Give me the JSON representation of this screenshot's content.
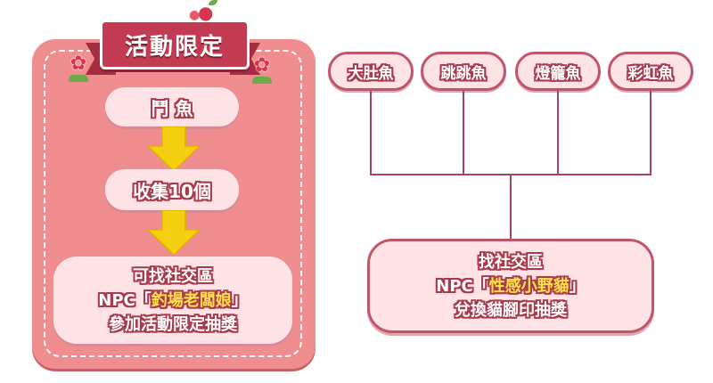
{
  "event": {
    "title": "活動限定",
    "steps": [
      {
        "label": "鬥 魚"
      },
      {
        "label": "收集10個"
      }
    ],
    "final": {
      "line1": "可找社交區",
      "line2_prefix": "NPC「",
      "line2_highlight": "釣場老闆娘",
      "line2_suffix": "」",
      "line3": "參加活動限定抽獎"
    }
  },
  "exchange": {
    "fish": [
      {
        "label": "大肚魚"
      },
      {
        "label": "跳跳魚"
      },
      {
        "label": "燈籠魚"
      },
      {
        "label": "彩虹魚"
      }
    ],
    "npc": {
      "line1": "找社交區",
      "line2_prefix": "NPC「",
      "line2_highlight": "性感小野貓",
      "line2_suffix": "」",
      "line3": "兌換貓腳印抽獎"
    }
  },
  "icons": {
    "flower": "flower-icon",
    "apple": "apple-icon",
    "arrow": "down-arrow-icon"
  },
  "colors": {
    "panel": "#f08d8f",
    "ribbon": "#c33b53",
    "pill_fill": "#fde3e6",
    "text_outline": "#a93a4c",
    "highlight": "#ffe24a",
    "arrow": "#f5cf12",
    "connector": "#a8445a"
  }
}
